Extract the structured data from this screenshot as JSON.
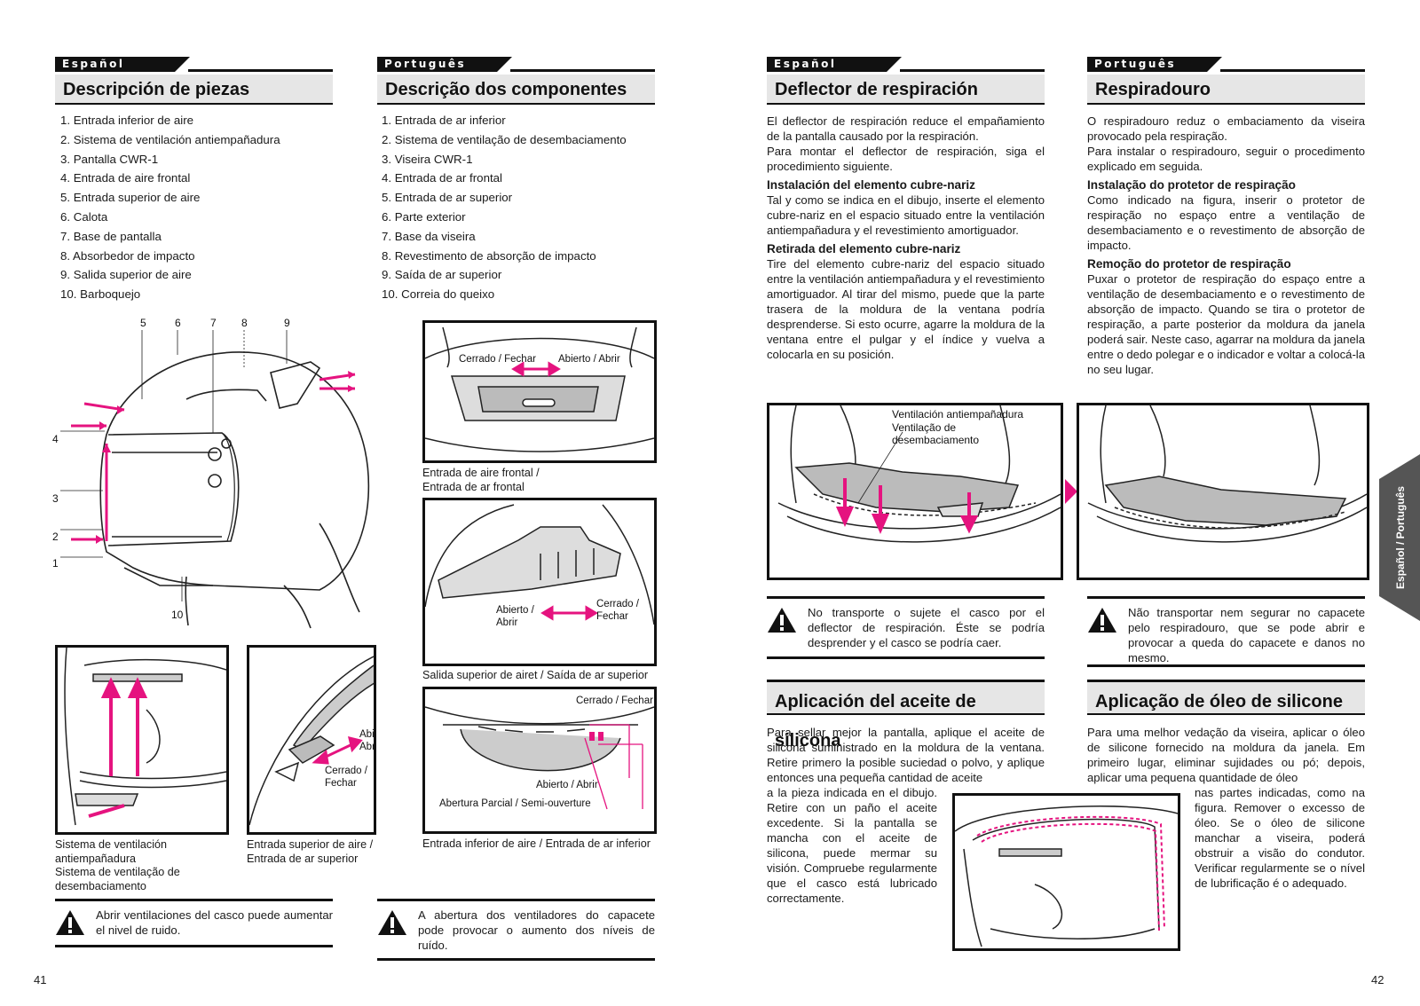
{
  "left": {
    "es": {
      "lang": "Español",
      "title": "Descripción de piezas",
      "items": [
        "1. Entrada inferior de aire",
        "2. Sistema de ventilación antiempañadura",
        "3. Pantalla CWR-1",
        "4. Entrada de aire frontal",
        "5. Entrada superior de aire",
        "6. Calota",
        "7. Base de pantalla",
        "8. Absorbedor de impacto",
        "9. Salida superior de aire",
        "10. Barboquejo"
      ]
    },
    "pt": {
      "lang": "Português",
      "title": "Descrição dos componentes",
      "items": [
        "1. Entrada de ar inferior",
        "2. Sistema de ventilação de desembaciamento",
        "3. Viseira CWR-1",
        "4. Entrada de ar frontal",
        "5. Entrada de ar superior",
        "6. Parte exterior",
        "7. Base da viseira",
        "8. Revestimento de absorção de impacto",
        "9. Saída de ar superior",
        "10. Correia do queixo"
      ]
    },
    "helmet_labels": [
      "1",
      "2",
      "3",
      "4",
      "5",
      "6",
      "7",
      "8",
      "9",
      "10"
    ],
    "fig_front": {
      "closed": "Cerrado / Fechar",
      "open": "Abierto / Abrir",
      "caption": "Entrada de aire frontal /\nEntrada de ar frontal"
    },
    "fig_top": {
      "open": "Abierto /\nAbrir",
      "closed": "Cerrado /\nFechar",
      "caption": "Salida superior de airet / Saída de ar superior"
    },
    "fig_bottom": {
      "closed": "Cerrado / Fechar",
      "open": "Abierto / Abrir",
      "partial": "Abertura Parcial / Semi-ouverture",
      "caption": "Entrada inferior de aire / Entrada de ar inferior"
    },
    "fig_vent_caption": "Sistema de ventilación\nantiempañadura\nSistema de ventilação de\ndesembaciamento",
    "fig_upper": {
      "open": "Abierto /\nAbrir",
      "closed": "Cerrado /\nFechar",
      "caption": "Entrada superior de aire /\nEntrada de ar superior"
    },
    "warn_es": "Abrir ventilaciones del casco puede aumentar el nivel de ruido.",
    "warn_pt": "A abertura dos ventiladores do capacete pode provocar o aumento dos níveis de ruído.",
    "page": "41"
  },
  "right": {
    "es": {
      "lang": "Español",
      "title": "Deflector de respiración",
      "intro": "El deflector de respiración reduce el empañamiento de la pantalla causado por la respiración.",
      "intro2": "Para montar el deflector de respiración, siga el procedimiento siguiente.",
      "h_install": "Instalación del elemento cubre-nariz",
      "install": "Tal y como se indica en el dibujo, inserte el elemento cubre-nariz en el espacio situado entre la ventilación antiempañadura y el revestimiento amortiguador.",
      "h_remove": "Retirada del elemento cubre-nariz",
      "remove": "Tire del elemento cubre-nariz del espacio situado entre la ventilación antiempañadura y el revestimiento amortiguador. Al tirar del mismo, puede que la parte trasera de la moldura de la ventana podría desprenderse. Si esto ocurre, agarre la moldura de la ventana entre el pulgar y el índice y vuelva a colocarla en su posición.",
      "warn": "No transporte o sujete el casco por el deflector de respiración. Éste se podría desprender y el casco se podría caer.",
      "title2": "Aplicación del aceite de silicona",
      "silicone_a": "Para sellar mejor la pantalla, aplique el aceite de silicona suministrado en la moldura de la ventana. Retire primero la posible suciedad o polvo, y aplique entonces una pequeña cantidad de aceite",
      "silicone_b": "a la pieza indicada en el dibujo. Retire con un paño el aceite excedente. Si la pantalla se mancha con el aceite de silicona, puede mermar su visión. Compruebe regularmente que el casco está lubricado correctamente."
    },
    "pt": {
      "lang": "Português",
      "title": "Respiradouro",
      "intro": "O respiradouro reduz o embaciamento da viseira provocado pela respiração.",
      "intro2": "Para instalar o respiradouro, seguir o procedimento explicado em seguida.",
      "h_install": "Instalação do protetor de respiração",
      "install": "Como indicado na figura, inserir o protetor de respiração no espaço entre a ventilação de desembaciamento e o revestimento de absorção de impacto.",
      "h_remove": "Remoção do protetor de respiração",
      "remove": "Puxar o protetor de respiração do espaço entre a ventilação de desembaciamento e o revestimento de absorção de impacto. Quando se tira o protetor de respiração, a parte posterior da moldura da janela poderá sair. Neste caso, agarrar na moldura da janela entre o dedo polegar e o indicador e voltar a colocá-la no seu lugar.",
      "warn": "Não transportar nem segurar no capacete pelo respiradouro, que se pode abrir e provocar a queda do capacete e danos no mesmo.",
      "title2": "Aplicação de óleo de silicone",
      "silicone_a": "Para uma melhor vedação da viseira, aplicar o óleo de silicone fornecido na moldura da janela. Em primeiro lugar, eliminar sujidades ou pó; depois, aplicar uma pequena quantidade de óleo",
      "silicone_b": "nas partes indicadas, como na figura. Remover o excesso de óleo. Se o óleo de silicone manchar a viseira, poderá obstruir a visão do condutor. Verificar regularmente se o nível de lubrificação é o adequado."
    },
    "fig_deflector_label": "Ventilación antiempañadura\nVentilação de\ndesembaciamento",
    "side_tab": "Español / Português",
    "page": "42",
    "colors": {
      "accent": "#e5137f",
      "dark": "#111111",
      "heading_bg": "#e6e6e6"
    }
  }
}
